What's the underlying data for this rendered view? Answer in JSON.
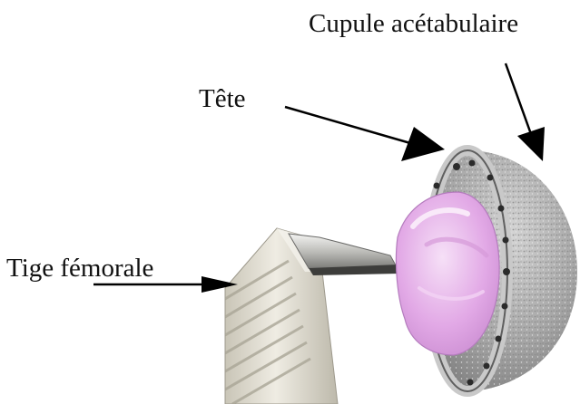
{
  "labels": {
    "cup": "Cupule acétabulaire",
    "head": "Tête",
    "stem": "Tige fémorale"
  },
  "colors": {
    "background": "#ffffff",
    "text": "#111111",
    "arrow": "#000000",
    "stem_metal": "#e4e1d6",
    "cup_metal": "#a9a9a9",
    "head_ceramic": "#e6b3e8"
  }
}
